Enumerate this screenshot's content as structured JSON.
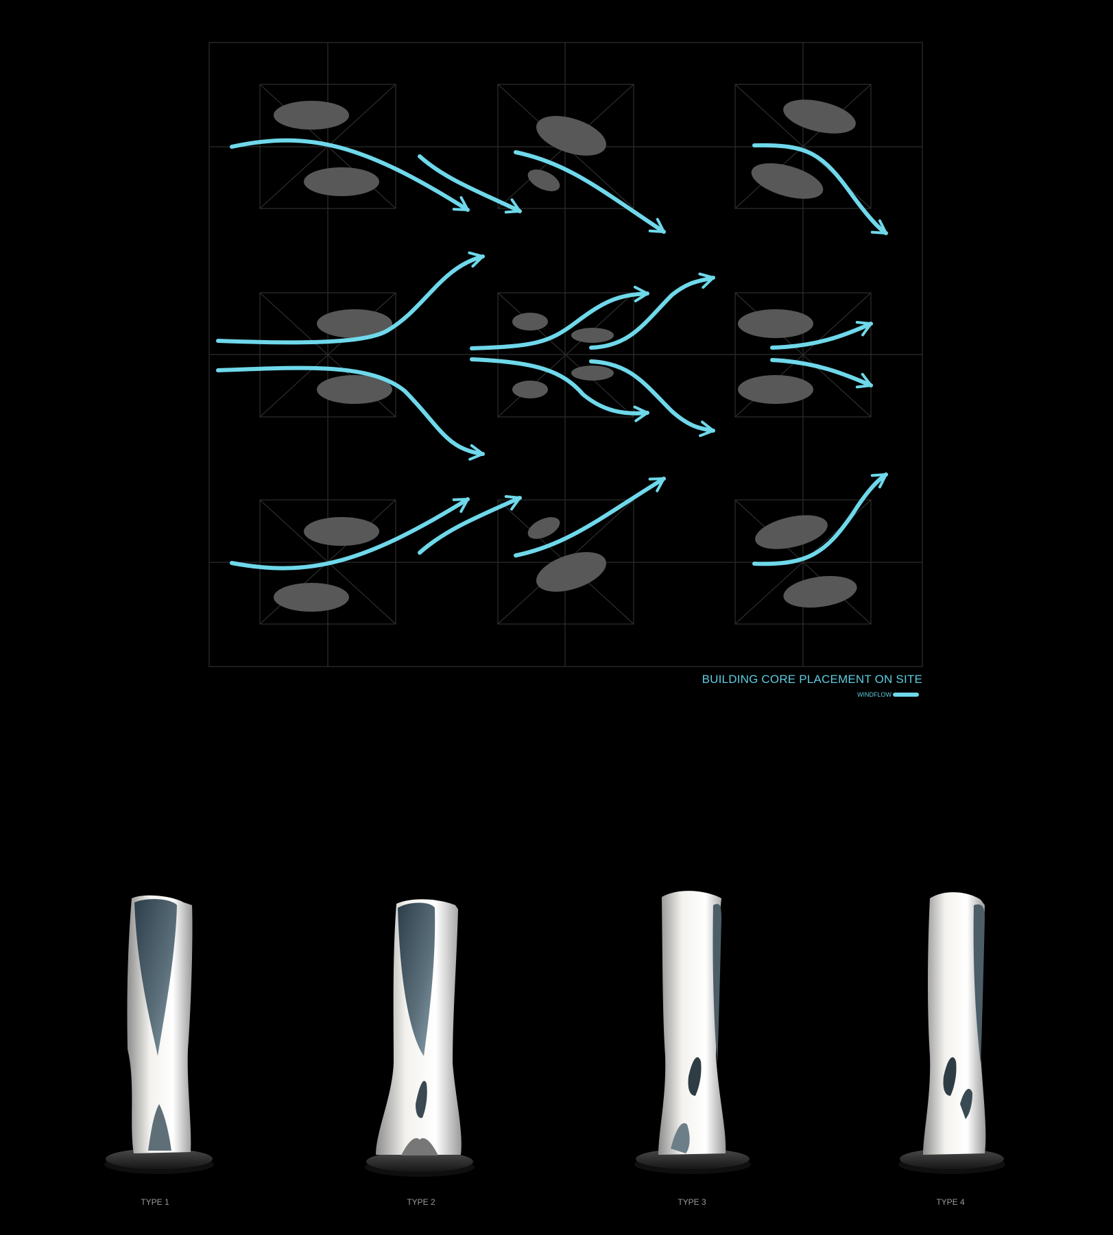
{
  "diagram": {
    "title": "BUILDING CORE PLACEMENT ON SITE",
    "legend_label": "WINDFLOW",
    "colors": {
      "windflow": "#6fd8ea",
      "core": "#585858",
      "grid": "#2e2e2e",
      "background": "#000000"
    }
  },
  "towers": [
    {
      "label": "TYPE 1"
    },
    {
      "label": "TYPE 2"
    },
    {
      "label": "TYPE 3"
    },
    {
      "label": "TYPE 4"
    }
  ]
}
